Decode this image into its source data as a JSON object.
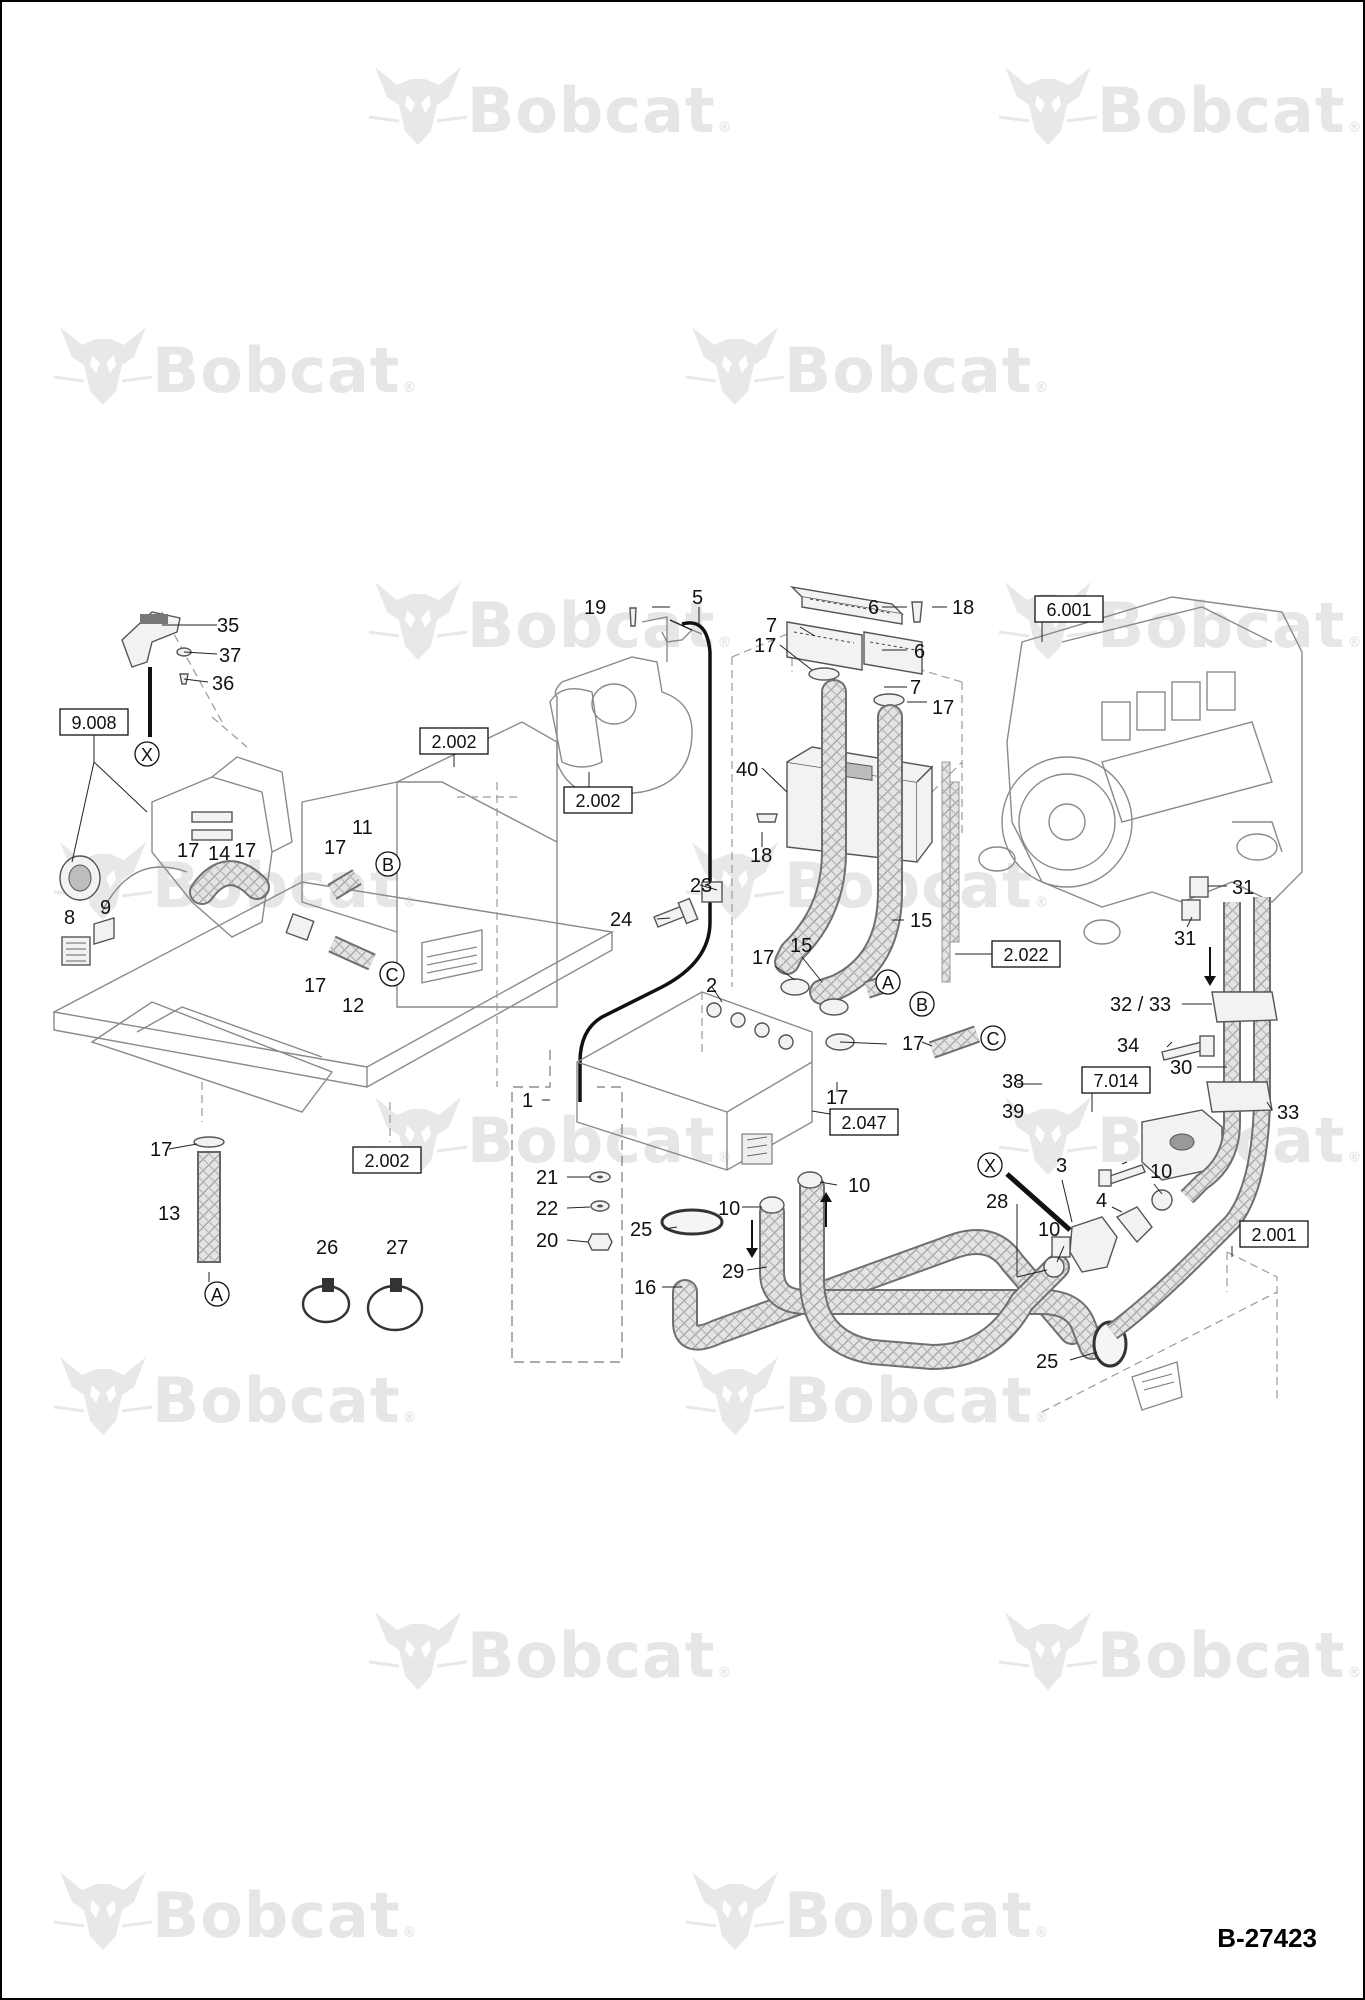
{
  "watermark": {
    "brand": "Bobcat",
    "reg": "®"
  },
  "drawing_number": "B-27423",
  "ref_boxes": [
    "9.008",
    "2.002",
    "2.002",
    "2.002",
    "6.001",
    "2.022",
    "2.047",
    "7.014",
    "2.001"
  ],
  "circle_labels": [
    "X",
    "B",
    "C",
    "A",
    "A",
    "B",
    "C",
    "X"
  ],
  "callouts": [
    "35",
    "37",
    "36",
    "17",
    "14",
    "17",
    "8",
    "9",
    "11",
    "17",
    "17",
    "12",
    "17",
    "13",
    "26",
    "27",
    "19",
    "5",
    "7",
    "17",
    "6",
    "18",
    "6",
    "7",
    "17",
    "40",
    "18",
    "23",
    "24",
    "15",
    "15",
    "17",
    "2",
    "17",
    "17",
    "1",
    "21",
    "22",
    "20",
    "25",
    "10",
    "10",
    "16",
    "29",
    "38",
    "39",
    "3",
    "10",
    "4",
    "28",
    "10",
    "25",
    "31",
    "31",
    "32 / 33",
    "34",
    "30",
    "33"
  ]
}
